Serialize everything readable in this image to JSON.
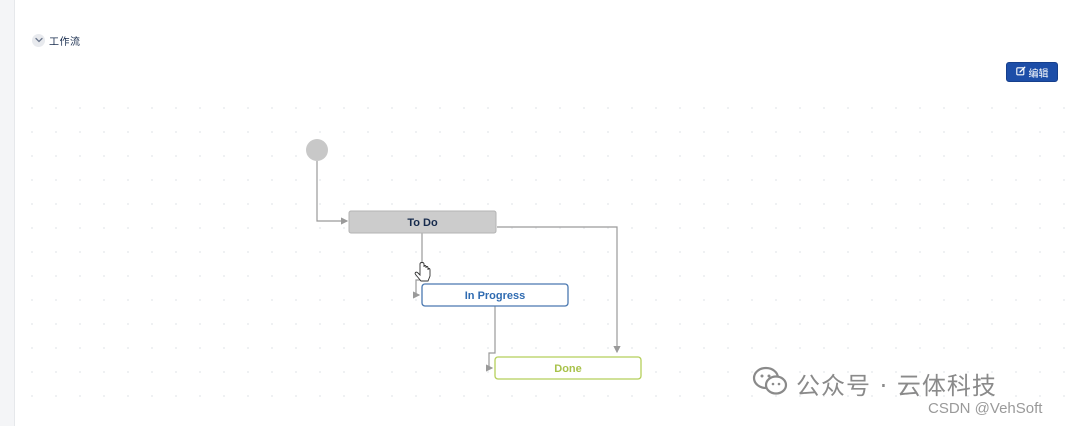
{
  "section": {
    "title": "工作流",
    "toggle_icon": "chevron-down-icon"
  },
  "toolbar": {
    "edit_label": "编辑",
    "edit_icon": "edit-icon",
    "edit_color": "#1d4ea8"
  },
  "workflow": {
    "start_node": "start-circle",
    "statuses": [
      {
        "name": "To Do",
        "category": "todo",
        "fill": "#cccccc",
        "border": "#b3b3b3",
        "text_color": "#172b4d"
      },
      {
        "name": "In Progress",
        "category": "in-progress",
        "fill": "#ffffff",
        "border": "#4a78b0",
        "text_color": "#2f6bb1"
      },
      {
        "name": "Done",
        "category": "done",
        "fill": "#ffffff",
        "border": "#b5cf5a",
        "text_color": "#a8c24a"
      }
    ]
  },
  "watermark": {
    "icon": "wechat-icon",
    "name": "公众号 · 云体科技",
    "credit": "CSDN @VehSoft"
  }
}
